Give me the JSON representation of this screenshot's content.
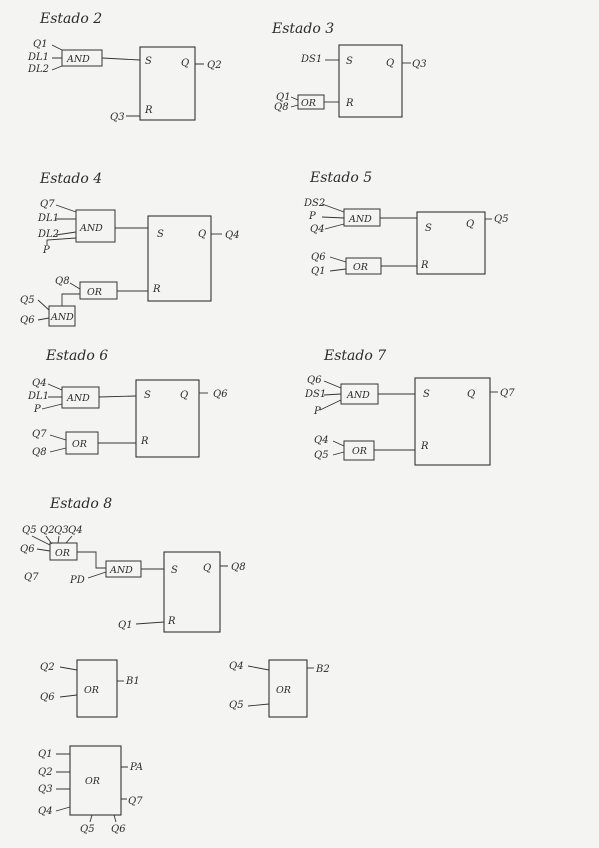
{
  "diagrams": [
    {
      "title": "Estado 2",
      "gates": [
        {
          "label": "AND",
          "inputs": [
            "Q1",
            "DL1",
            "DL2"
          ]
        }
      ],
      "flipflop": {
        "set": "S",
        "reset": "R",
        "output_pin": "Q",
        "output_name": "Q2",
        "reset_input": "Q3"
      }
    },
    {
      "title": "Estado 3",
      "set_input": "DS1",
      "gates": [
        {
          "label": "OR",
          "inputs": [
            "Q1",
            "Q8"
          ]
        }
      ],
      "flipflop": {
        "set": "S",
        "reset": "R",
        "output_pin": "Q",
        "output_name": "Q3"
      }
    },
    {
      "title": "Estado 4",
      "gates": [
        {
          "label": "AND",
          "inputs": [
            "Q7",
            "DL1",
            "DL2",
            "P"
          ]
        },
        {
          "label": "OR",
          "inputs": [
            "Q8"
          ]
        },
        {
          "label": "AND",
          "inputs": [
            "Q5",
            "Q6"
          ]
        }
      ],
      "flipflop": {
        "set": "S",
        "reset": "R",
        "output_pin": "Q",
        "output_name": "Q4"
      }
    },
    {
      "title": "Estado 5",
      "gates": [
        {
          "label": "AND",
          "inputs": [
            "DS2",
            "P",
            "Q4"
          ]
        },
        {
          "label": "OR",
          "inputs": [
            "Q6",
            "Q1"
          ]
        }
      ],
      "flipflop": {
        "set": "S",
        "reset": "R",
        "output_pin": "Q",
        "output_name": "Q5"
      }
    },
    {
      "title": "Estado 6",
      "gates": [
        {
          "label": "AND",
          "inputs": [
            "Q4",
            "DL1",
            "P"
          ]
        },
        {
          "label": "OR",
          "inputs": [
            "Q7",
            "Q8"
          ]
        }
      ],
      "flipflop": {
        "set": "S",
        "reset": "R",
        "output_pin": "Q",
        "output_name": "Q6"
      }
    },
    {
      "title": "Estado 7",
      "gates": [
        {
          "label": "AND",
          "inputs": [
            "Q6",
            "DS1",
            "P"
          ]
        },
        {
          "label": "OR",
          "inputs": [
            "Q4",
            "Q5"
          ]
        }
      ],
      "flipflop": {
        "set": "S",
        "reset": "R",
        "output_pin": "Q",
        "output_name": "Q7"
      }
    },
    {
      "title": "Estado 8",
      "gates": [
        {
          "label": "OR",
          "inputs": [
            "Q5",
            "Q2",
            "Q3",
            "Q4",
            "Q6"
          ]
        },
        {
          "label": "AND",
          "inputs": [
            "Q7",
            "PD"
          ]
        }
      ],
      "flipflop": {
        "set": "S",
        "reset": "R",
        "output_pin": "Q",
        "output_name": "Q8",
        "reset_input": "Q1"
      }
    }
  ],
  "outputs": [
    {
      "label": "OR",
      "inputs": [
        "Q2",
        "Q6"
      ],
      "outputs": [
        "B1"
      ]
    },
    {
      "label": "OR",
      "inputs": [
        "Q4",
        "Q5"
      ],
      "outputs": [
        "B2"
      ]
    },
    {
      "label": "OR",
      "inputs": [
        "Q1",
        "Q2",
        "Q3",
        "Q4",
        "Q5",
        "Q6"
      ],
      "outputs": [
        "PA",
        "Q7"
      ]
    }
  ]
}
